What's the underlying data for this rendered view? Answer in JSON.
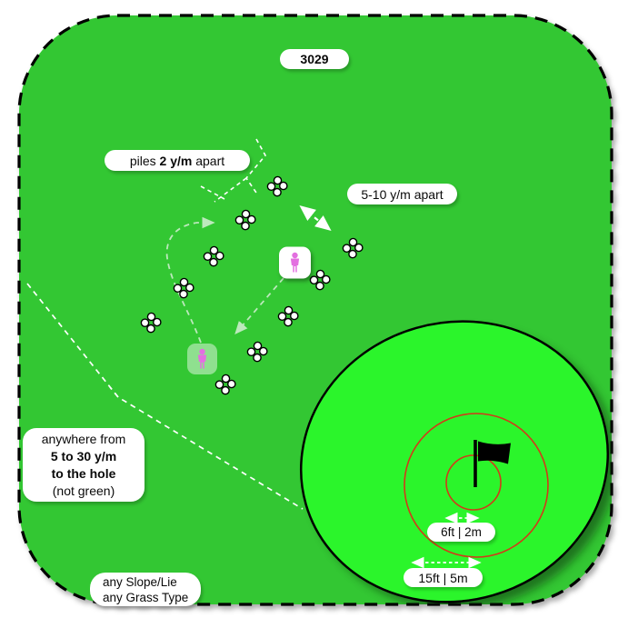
{
  "meta": {
    "drill_number": "3029"
  },
  "labels": {
    "pile_spacing": {
      "prefix": "piles ",
      "bold": "2 y/m",
      "suffix": " apart"
    },
    "row_spacing": "5-10 y/m apart",
    "distance_note": {
      "line1": "anywhere from",
      "line2": "5 to 30 y/m",
      "line3": "to the hole",
      "line4": "(not green)"
    },
    "inner_ring": "6ft | 2m",
    "outer_ring": "15ft | 5m",
    "conditions": {
      "line1": "any Slope/Lie",
      "line2": "any Grass Type"
    }
  },
  "diagram": {
    "ball_piles_count": 10,
    "balls_per_pile": 4,
    "player_stations": 2,
    "target_rings": 2
  },
  "colors": {
    "field_green": "#33C733",
    "green_surface": "#2BF52B",
    "ring_red": "#D23A1A",
    "player_pink": "#E36FE0",
    "ball_white": "#FFFFFF",
    "outline_black": "#000000",
    "path_pale_green": "#BCE9BC"
  }
}
